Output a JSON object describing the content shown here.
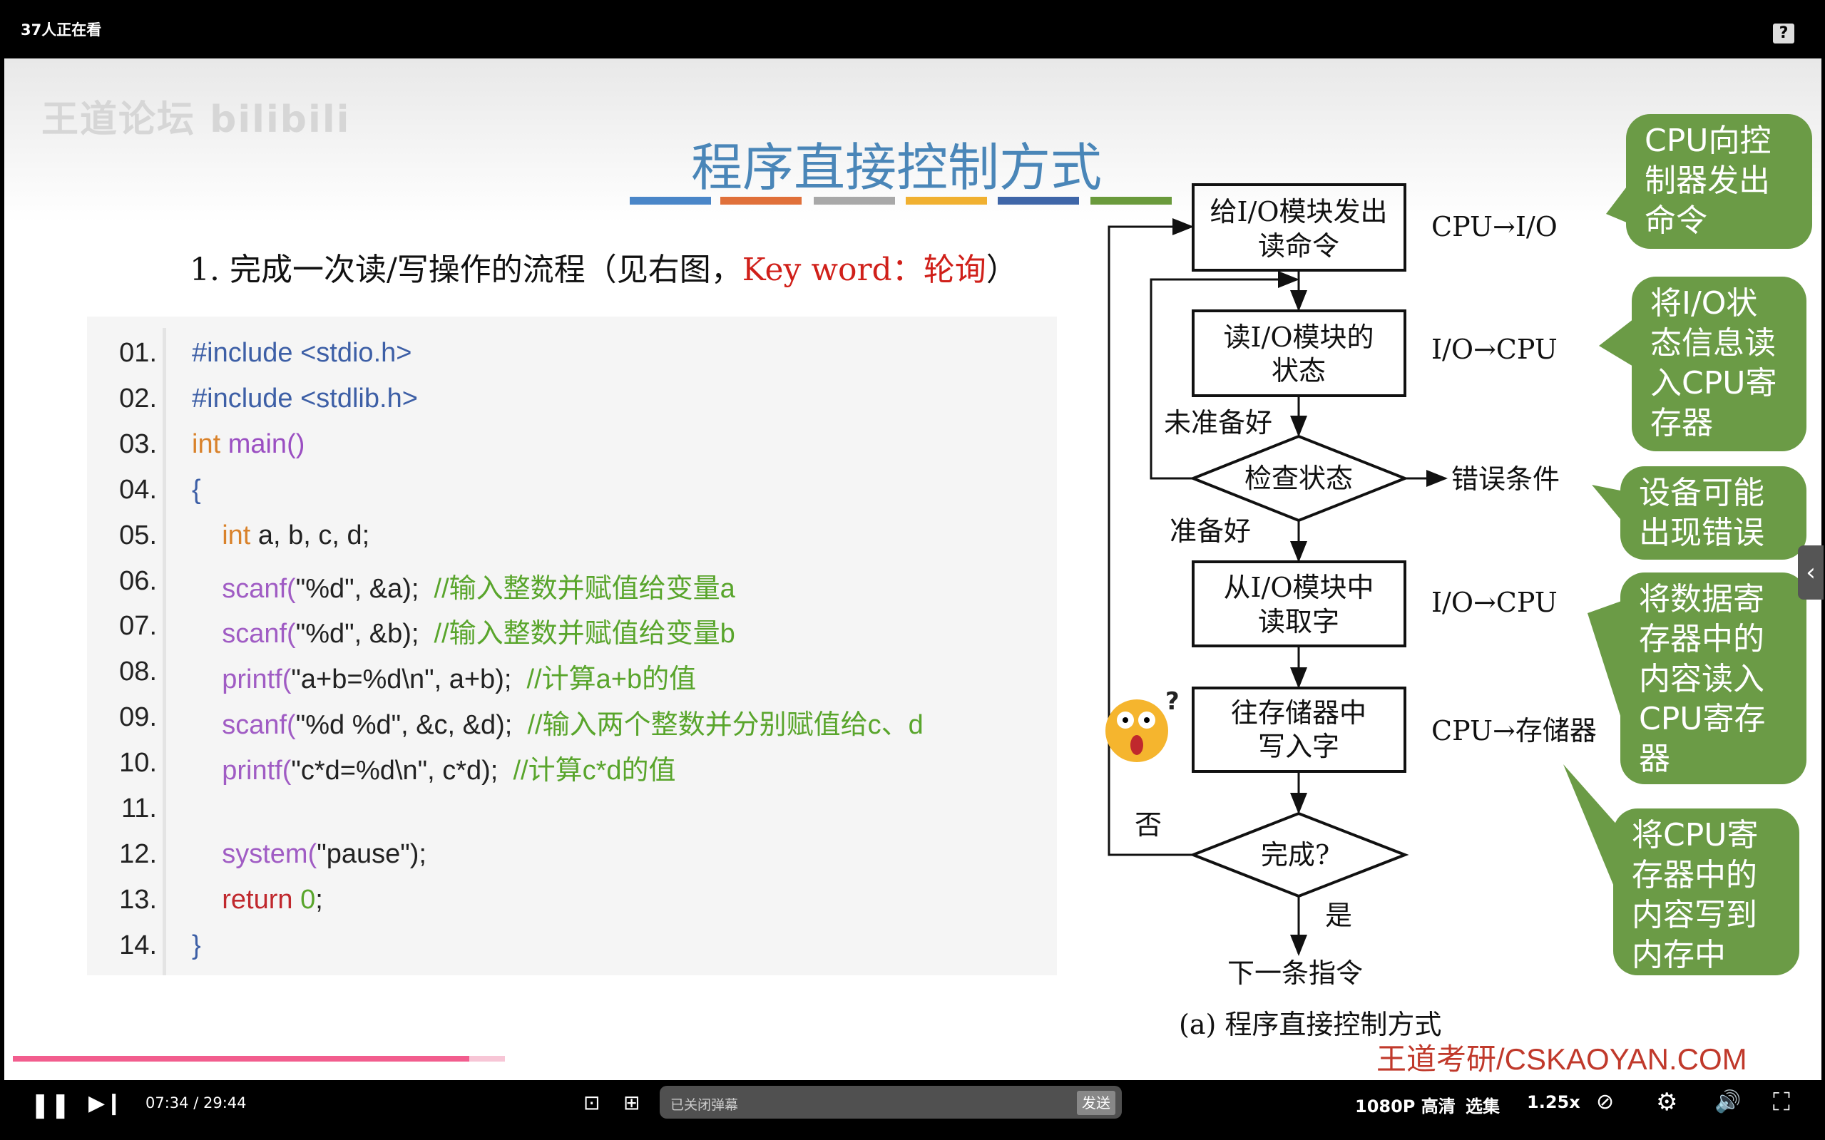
{
  "top_bar": {
    "viewers": "37人正在看",
    "help_icon": "question-mark-icon"
  },
  "slide": {
    "watermark_top": "王道论坛 bilibili",
    "title": "程序直接控制方式",
    "title_color": "#4a86b8",
    "color_bars": [
      "#4a86c8",
      "#e0703a",
      "#a8a8a8",
      "#f0b030",
      "#3f66a8",
      "#6a9a3c"
    ],
    "heading_prefix": "1. 完成一次读/写操作的流程（见右图，",
    "heading_keyword": "Key word：轮询",
    "heading_suffix": "）",
    "code": {
      "line_numbers": [
        "01.",
        "02.",
        "03.",
        "04.",
        "05.",
        "06.",
        "07.",
        "08.",
        "09.",
        "10.",
        "11.",
        "12.",
        "13.",
        "14."
      ],
      "lines": [
        [
          {
            "t": "#include <stdio.h>",
            "c": "#3d5fa6"
          }
        ],
        [
          {
            "t": "#include <stdlib.h>",
            "c": "#3d5fa6"
          }
        ],
        [
          {
            "t": "int ",
            "c": "#d9822b"
          },
          {
            "t": "main()",
            "c": "#9b4fc2"
          }
        ],
        [
          {
            "t": "{",
            "c": "#3d5fa6"
          }
        ],
        [
          {
            "t": "    int ",
            "c": "#d9822b"
          },
          {
            "t": "a, b, c, d;",
            "c": "#222"
          }
        ],
        [
          {
            "t": "    scanf(",
            "c": "#a05cc4"
          },
          {
            "t": "\"%d\", &a);  ",
            "c": "#222"
          },
          {
            "t": "//输入整数并赋值给变量a",
            "c": "#59a52c"
          }
        ],
        [
          {
            "t": "    scanf(",
            "c": "#a05cc4"
          },
          {
            "t": "\"%d\", &b);  ",
            "c": "#222"
          },
          {
            "t": "//输入整数并赋值给变量b",
            "c": "#59a52c"
          }
        ],
        [
          {
            "t": "    printf(",
            "c": "#a05cc4"
          },
          {
            "t": "\"a+b=%d\\n\", a+b);  ",
            "c": "#222"
          },
          {
            "t": "//计算a+b的值",
            "c": "#59a52c"
          }
        ],
        [
          {
            "t": "    scanf(",
            "c": "#a05cc4"
          },
          {
            "t": "\"%d %d\", &c, &d);  ",
            "c": "#222"
          },
          {
            "t": "//输入两个整数并分别赋值给c、d",
            "c": "#59a52c"
          }
        ],
        [
          {
            "t": "    printf(",
            "c": "#a05cc4"
          },
          {
            "t": "\"c*d=%d\\n\", c*d);  ",
            "c": "#222"
          },
          {
            "t": "//计算c*d的值",
            "c": "#59a52c"
          }
        ],
        [],
        [
          {
            "t": "    system(",
            "c": "#a05cc4"
          },
          {
            "t": "\"pause\");",
            "c": "#222"
          }
        ],
        [
          {
            "t": "    return ",
            "c": "#c0282d"
          },
          {
            "t": "0",
            "c": "#59a52c"
          },
          {
            "t": ";",
            "c": "#222"
          }
        ],
        [
          {
            "t": "}",
            "c": "#3d5fa6"
          }
        ]
      ]
    },
    "flowchart": {
      "box1": [
        "给I/O模块发出",
        "读命令"
      ],
      "box2": [
        "读I/O模块的",
        "状态"
      ],
      "diamond1": "检查状态",
      "box3": [
        "从I/O模块中",
        "读取字"
      ],
      "box4": [
        "往存储器中",
        "写入字"
      ],
      "diamond2": "完成?",
      "end": "下一条指令",
      "not_ready": "未准备好",
      "ready": "准备好",
      "error": "错误条件",
      "no": "否",
      "yes": "是",
      "label1": "CPU→I/O",
      "label2": "I/O→CPU",
      "label3": "I/O→CPU",
      "label4": "CPU→存储器",
      "caption": "(a) 程序直接控制方式"
    },
    "bubbles": [
      "CPU向控制器发出命令",
      "将I/O状态信息读入CPU寄存器",
      "设备可能出现错误",
      "将数据寄存器中的内容读入CPU寄存器",
      "将CPU寄存器中的内容写到内存中"
    ],
    "bubble_color": "#6b9b46",
    "watermark_bottom": "王道考研/CSKAOYAN.COM"
  },
  "player": {
    "progress_percent": 25.6,
    "time_current": "07:34",
    "time_sep": "/",
    "time_total": "29:44",
    "danmaku_placeholder": "已关闭弹幕",
    "send_label": "发送",
    "quality": "1080P 高清",
    "episodes": "选集",
    "speed": "1.25x",
    "accent": "#f25d8e"
  }
}
